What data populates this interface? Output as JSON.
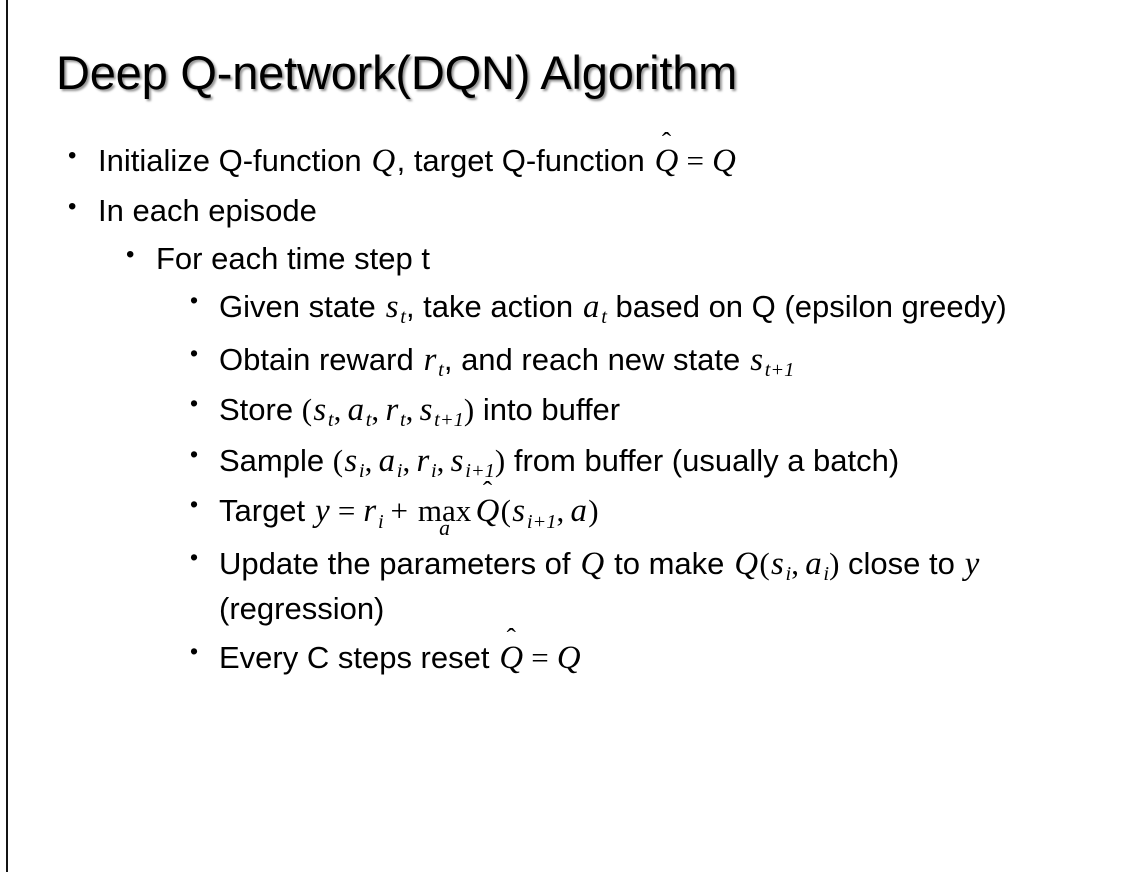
{
  "slide": {
    "title": "Deep Q-network(DQN) Algorithm",
    "background_color": "#ffffff",
    "text_color": "#000000",
    "edge_rule_color": "#141414",
    "bullet_glyph": "•"
  },
  "content": {
    "b1": {
      "level": 1,
      "plain_text": "Initialize Q-function Q, target Q-function Q̂ = Q",
      "seg_pre": "Initialize Q-function ",
      "sym_q1": "Q",
      "seg_mid": ", target Q-function ",
      "sym_qhat": "Q",
      "hat_glyph": "̂",
      "rel_eq": "=",
      "sym_q2": "Q"
    },
    "b2": {
      "level": 1,
      "plain_text": "In each episode",
      "text": "In each episode"
    },
    "b3": {
      "level": 2,
      "plain_text": "For each time step t",
      "text": "For each time step t"
    },
    "b4": {
      "level": 3,
      "plain_text": "Given state sₜ, take action aₜ based on Q (epsilon greedy)",
      "seg_pre": "Given state ",
      "sym_s": "s",
      "sub_t1": "t",
      "seg_mid": ", take action ",
      "sym_a": "a",
      "sub_t2": "t",
      "seg_post": " based on Q (epsilon greedy)"
    },
    "b5": {
      "level": 3,
      "plain_text": "Obtain reward rₜ, and reach new state sₜ₊₁",
      "seg_pre": "Obtain reward ",
      "sym_r": "r",
      "sub_t": "t",
      "seg_mid": ", and reach new state ",
      "sym_s": "s",
      "sub_t1": "t+1"
    },
    "b6": {
      "level": 3,
      "plain_text": "Store (sₜ, aₜ, rₜ, sₜ₊₁) into buffer",
      "seg_pre": "Store ",
      "paren_open": "(",
      "sym_s1": "s",
      "sub_1": "t",
      "sym_a": "a",
      "sub_2": "t",
      "sym_r": "r",
      "sub_3": "t",
      "sym_s2": "s",
      "sub_4": "t+1",
      "paren_close": ")",
      "seg_post": " into buffer"
    },
    "b7": {
      "level": 3,
      "plain_text": "Sample (sᵢ, aᵢ, rᵢ, sᵢ₊₁) from buffer (usually a batch)",
      "seg_pre": "Sample ",
      "paren_open": "(",
      "sym_s1": "s",
      "sub_1": "i",
      "sym_a": "a",
      "sub_2": "i",
      "sym_r": "r",
      "sub_3": "i",
      "sym_s2": "s",
      "sub_4": "i+1",
      "paren_close": ")",
      "seg_post": " from buffer (usually a batch)"
    },
    "b8": {
      "level": 3,
      "plain_text": "Target y = rᵢ + maxₐ Q̂(sᵢ₊₁, a)",
      "seg_pre": "Target ",
      "sym_y": "y",
      "rel_eq": "=",
      "sym_r": "r",
      "sub_r": "i",
      "op_plus": "+",
      "op_max": "max",
      "op_max_under": "a",
      "sym_qhat": "Q",
      "hat_glyph": "̂",
      "paren_open": "(",
      "sym_s": "s",
      "sub_s": "i+1",
      "sym_a": "a",
      "paren_close": ")"
    },
    "b9": {
      "level": 3,
      "plain_text": "Update the parameters of Q to make Q(sᵢ, aᵢ) close to y (regression)",
      "seg_pre": "Update the parameters of ",
      "sym_q1": "Q",
      "seg_mid": " to make ",
      "sym_q2": "Q",
      "paren_open": "(",
      "sym_s": "s",
      "sub_s": "i",
      "sym_a": "a",
      "sub_a": "i",
      "paren_close": ")",
      "seg_post": " close to ",
      "sym_y": "y",
      "seg_end": " (regression)"
    },
    "b10": {
      "level": 3,
      "plain_text": "Every C steps reset Q̂ = Q",
      "seg_pre": "Every C steps reset ",
      "sym_qhat": "Q",
      "hat_glyph": "̂",
      "rel_eq": "=",
      "sym_q": "Q"
    }
  }
}
